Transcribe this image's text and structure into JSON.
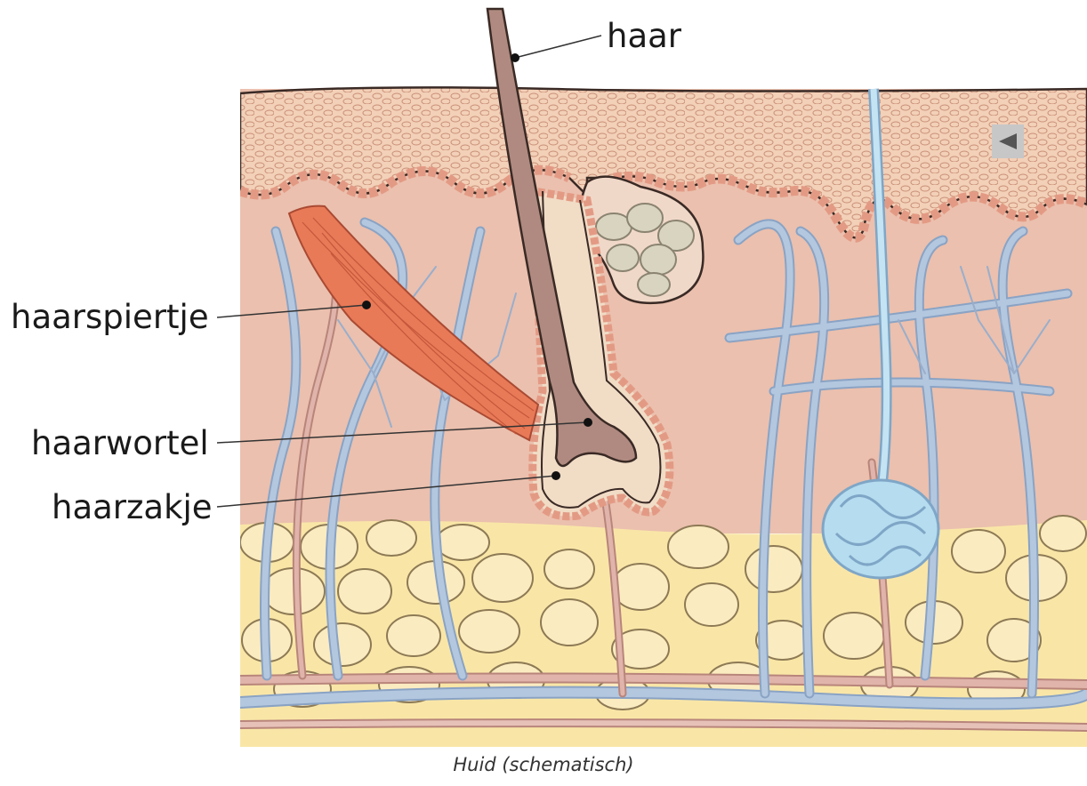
{
  "labels": {
    "haar": "haar",
    "haarspiertje": "haarspiertje",
    "haarwortel": "haarwortel",
    "haarzakje": "haarzakje"
  },
  "caption": "Huid (schematisch)",
  "nav_button": {
    "icon": "triangle-left-icon",
    "glyph": "◀"
  },
  "colors": {
    "epidermis": "#f3d0b8",
    "dermis": "#ebc0ae",
    "subcutis": "#f9e6a7",
    "fat_cell": "#fbebc0",
    "vessel_blue": "#a9bfd9",
    "vessel_pink": "#dba89d",
    "sweat_duct": "#b5dcef",
    "hair": "#b08a80",
    "muscle": "#e97a57",
    "sebaceous": "#d8d4bf",
    "follicle_cell": "#e39a84"
  }
}
